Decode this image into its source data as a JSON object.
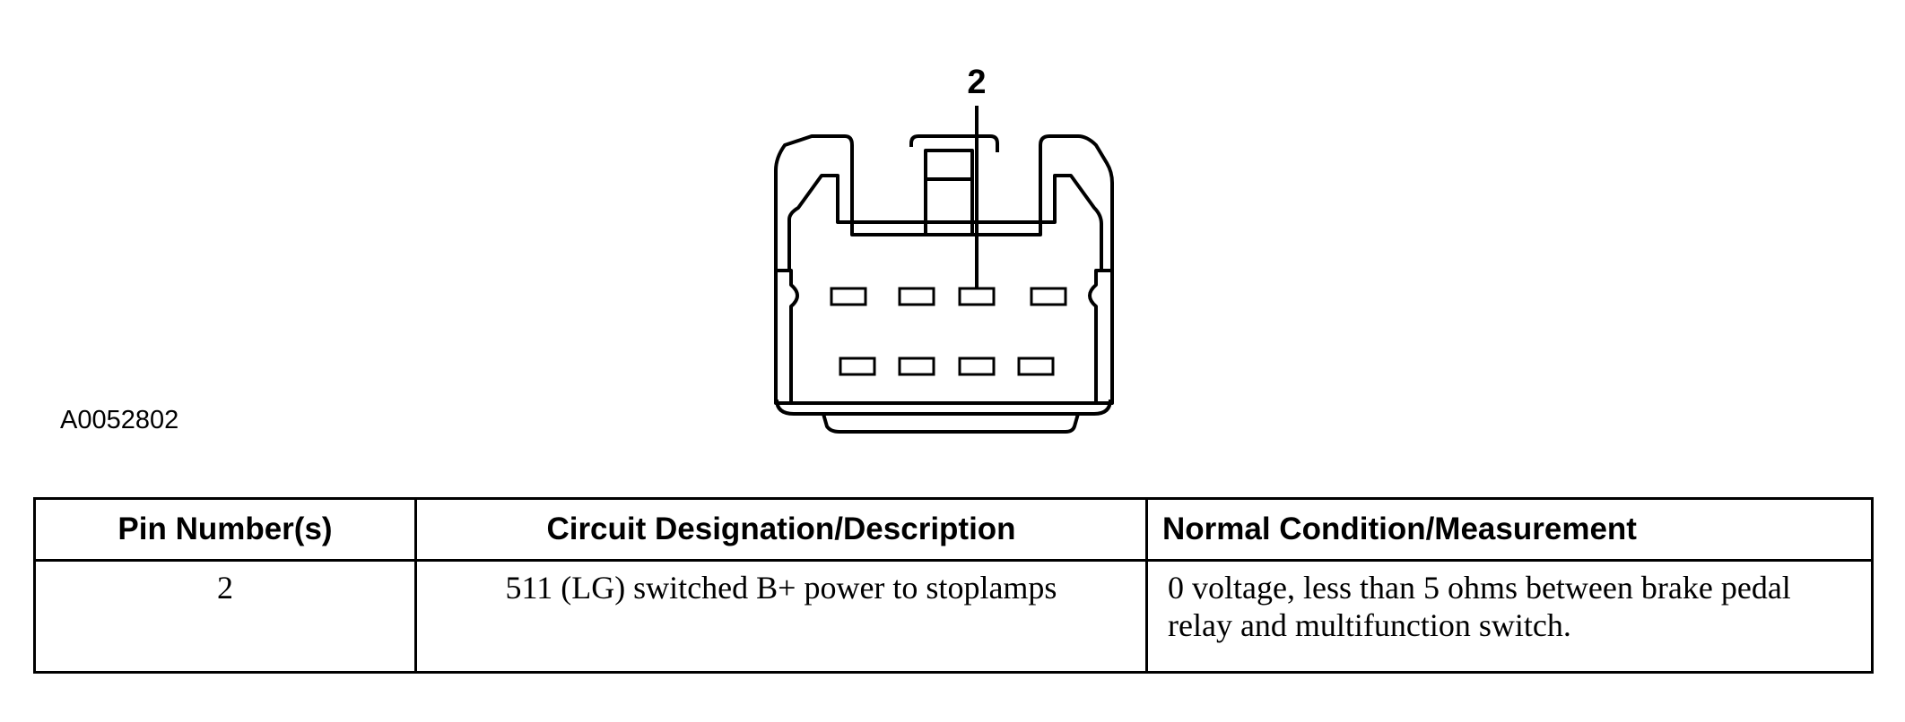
{
  "figure": {
    "id": "A0052802",
    "callout_label": "2"
  },
  "table": {
    "headers": [
      "Pin Number(s)",
      "Circuit Designation/Description",
      "Normal Condition/Measurement"
    ],
    "rows": [
      {
        "pin": "2",
        "circuit": "511 (LG) switched B+ power to stoplamps",
        "condition": "0 voltage, less than 5 ohms between brake pedal relay and multifunction switch."
      }
    ]
  }
}
